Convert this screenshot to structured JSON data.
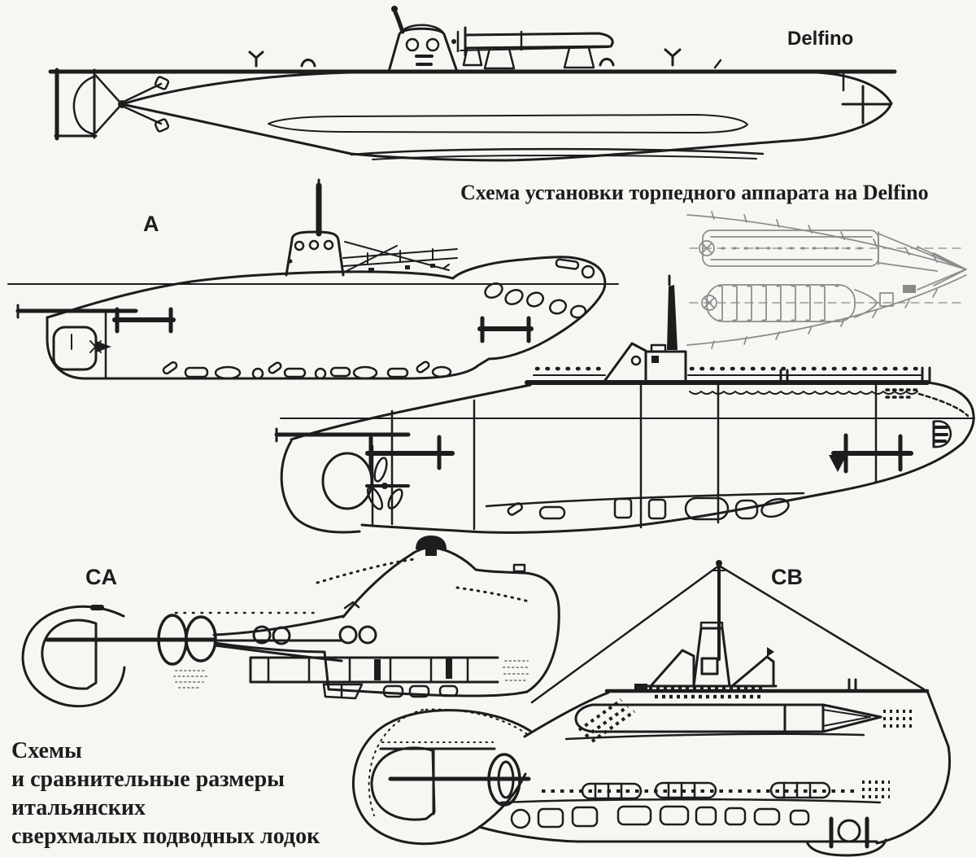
{
  "page": {
    "background_color": "#f7f6f3",
    "ink_color": "#1d1d1d",
    "faint_ink_color": "#8a8a8a"
  },
  "labels": {
    "delfino": "Delfino",
    "submarine_a": "A",
    "submarine_ca": "CA",
    "submarine_cb": "CB"
  },
  "captions": {
    "torpedo_scheme": "Схема установки торпедного аппарата на Delfino",
    "description_lines": [
      "Схемы",
      "и сравнительные размеры",
      "итальянских",
      "сверхмалых подводных лодок"
    ]
  }
}
